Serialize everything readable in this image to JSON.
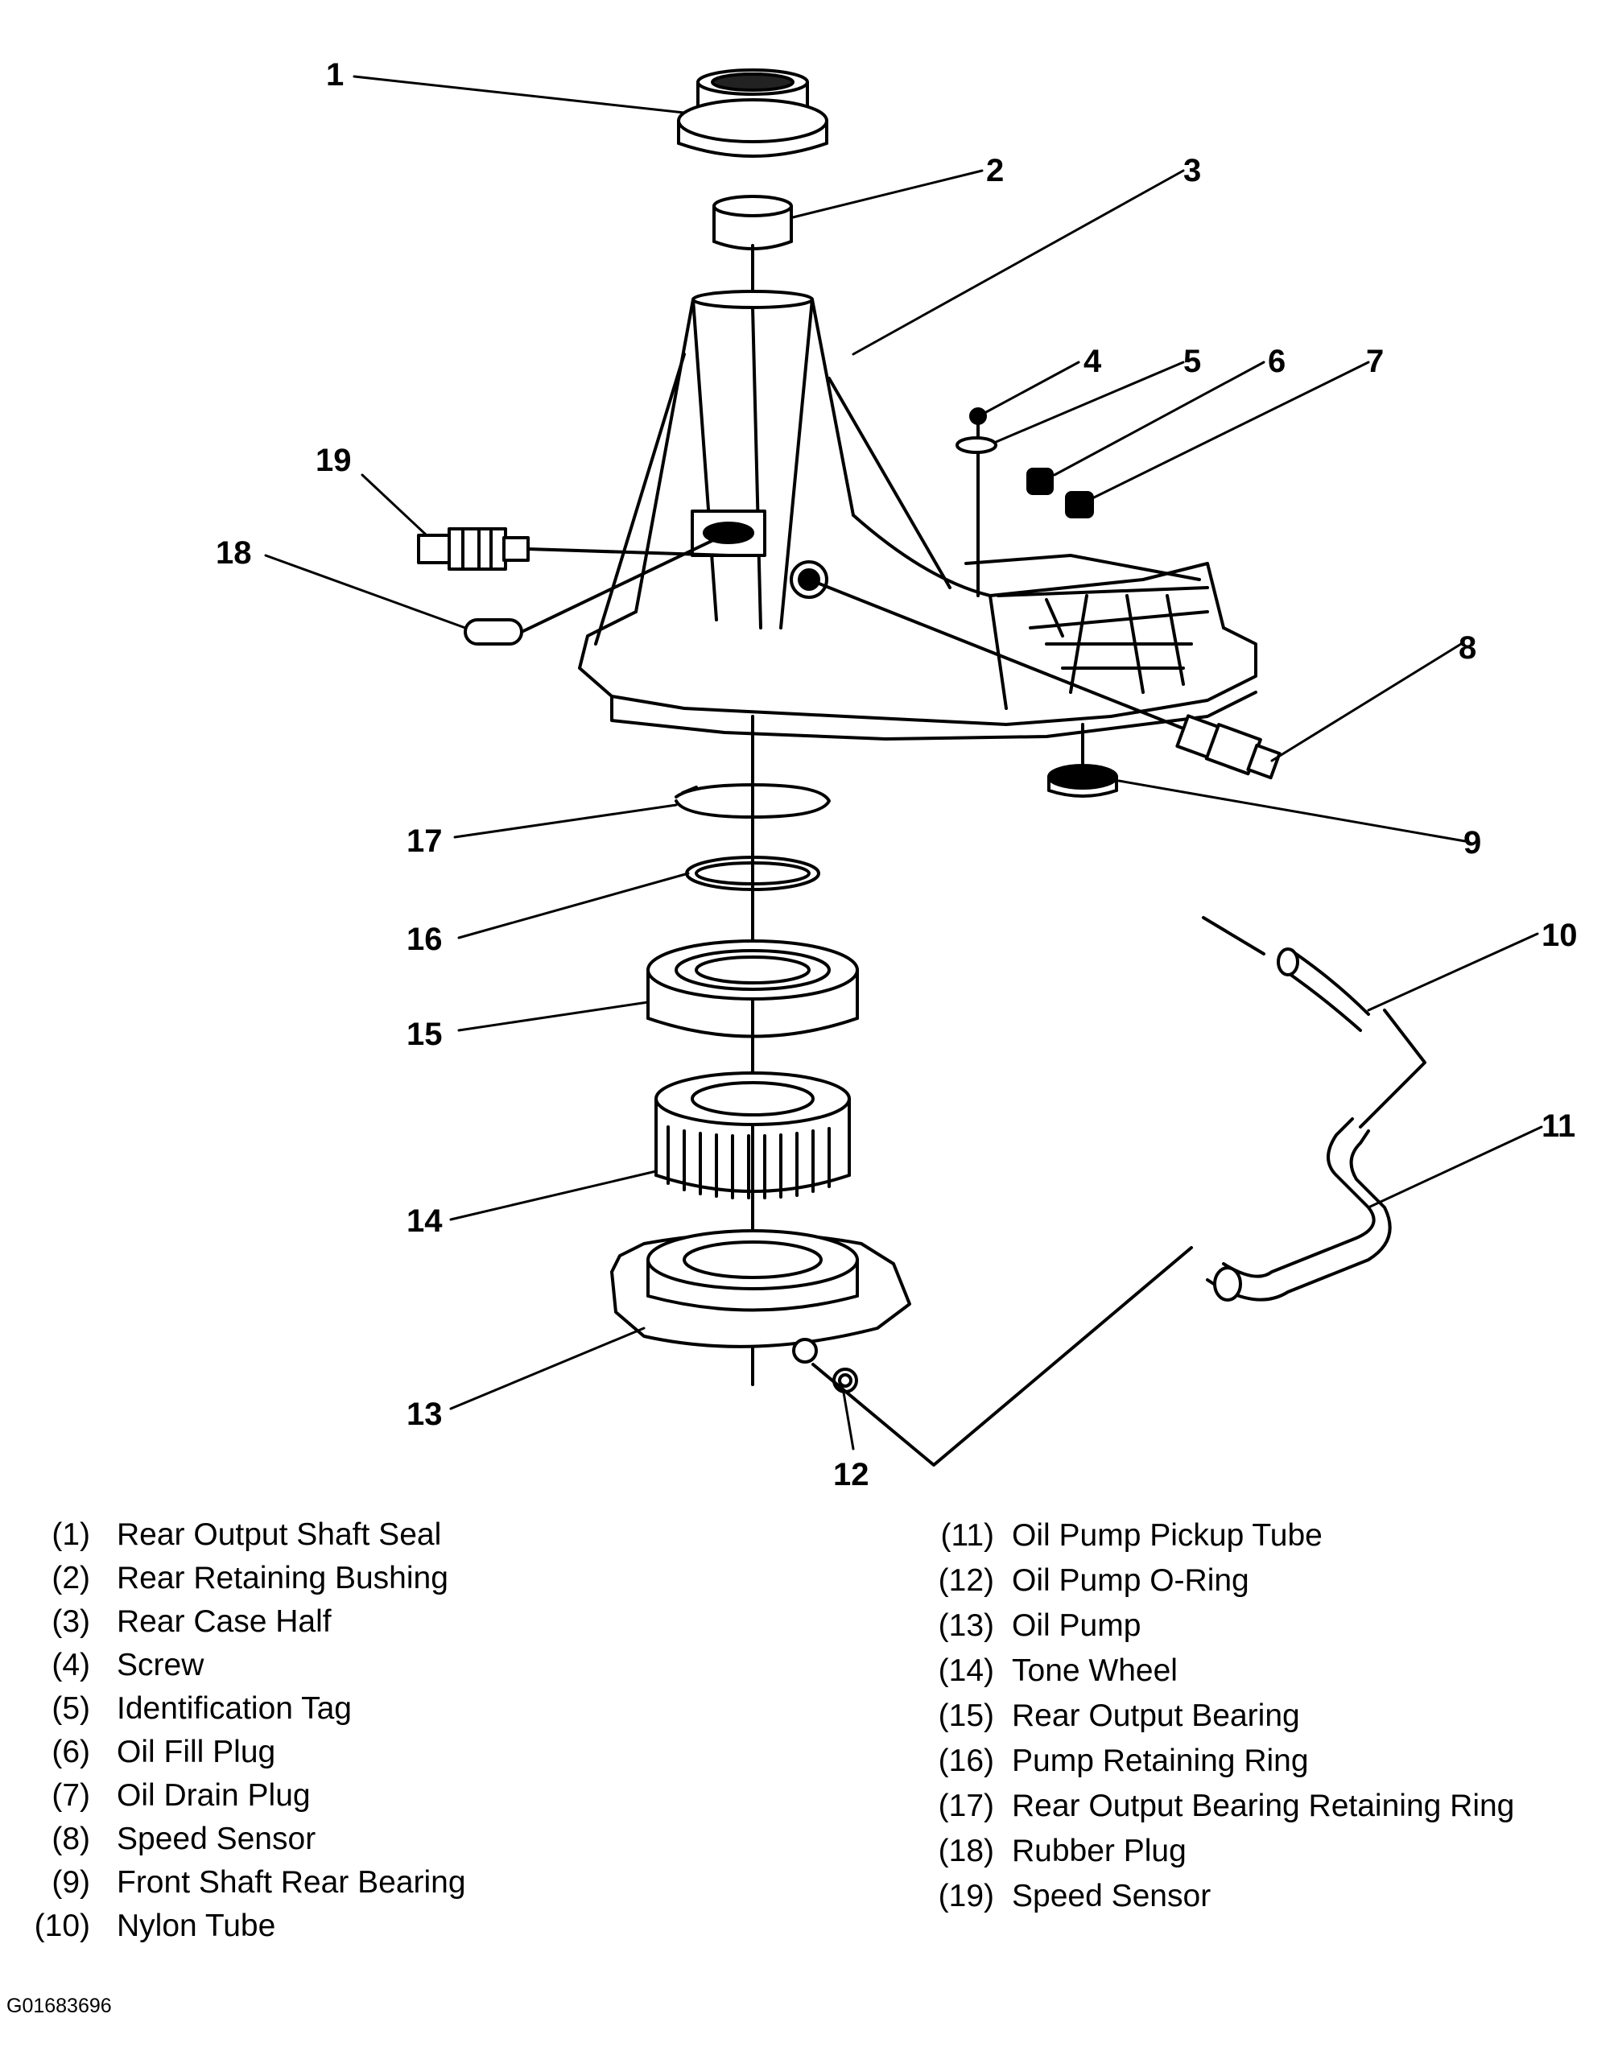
{
  "callouts": [
    "1",
    "2",
    "3",
    "4",
    "5",
    "6",
    "7",
    "8",
    "9",
    "10",
    "11",
    "12",
    "13",
    "14",
    "15",
    "16",
    "17",
    "18",
    "19"
  ],
  "legend_left": [
    {
      "num": "(1)",
      "label": "Rear Output Shaft Seal"
    },
    {
      "num": "(2)",
      "label": "Rear Retaining Bushing"
    },
    {
      "num": "(3)",
      "label": "Rear Case Half"
    },
    {
      "num": "(4)",
      "label": "Screw"
    },
    {
      "num": "(5)",
      "label": "Identification Tag"
    },
    {
      "num": "(6)",
      "label": "Oil Fill Plug"
    },
    {
      "num": "(7)",
      "label": "Oil Drain Plug"
    },
    {
      "num": "(8)",
      "label": "Speed Sensor"
    },
    {
      "num": "(9)",
      "label": "Front Shaft Rear Bearing"
    },
    {
      "num": "(10)",
      "label": "Nylon Tube"
    }
  ],
  "legend_right": [
    {
      "num": "(11)",
      "label": "Oil Pump Pickup Tube"
    },
    {
      "num": "(12)",
      "label": "Oil Pump O-Ring"
    },
    {
      "num": "(13)",
      "label": "Oil Pump"
    },
    {
      "num": "(14)",
      "label": "Tone Wheel"
    },
    {
      "num": "(15)",
      "label": "Rear Output Bearing"
    },
    {
      "num": "(16)",
      "label": "Pump Retaining Ring"
    },
    {
      "num": "(17)",
      "label": "Rear Output Bearing Retaining Ring"
    },
    {
      "num": "(18)",
      "label": "Rubber Plug"
    },
    {
      "num": "(19)",
      "label": "Speed Sensor"
    }
  ],
  "figure_id": "G01683696"
}
